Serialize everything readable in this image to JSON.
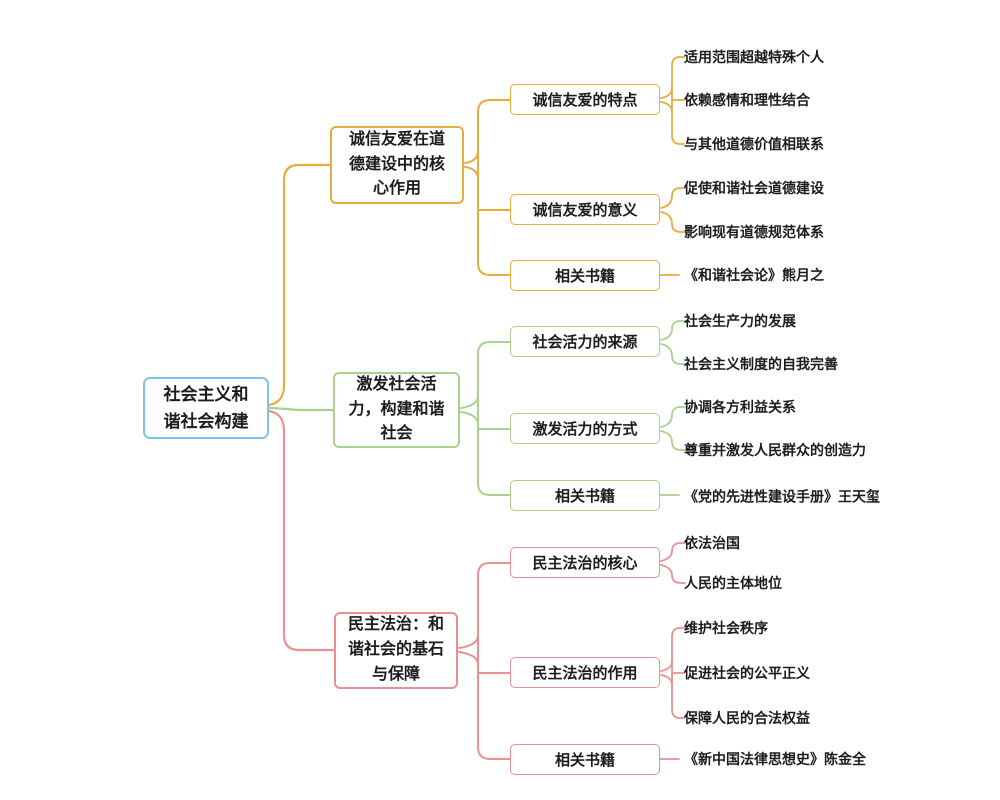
{
  "colors": {
    "root_border": "#7FC4E6",
    "branch_moral": "#E5AD3C",
    "branch_vitality": "#ABD18F",
    "branch_law": "#EA9090",
    "text": "#1C1C1C",
    "background": "#FFFFFF"
  },
  "root": {
    "label": "社会主义和谐社会构建"
  },
  "branches": [
    {
      "label": "诚信友爱在道德建设中的核心作用",
      "color": "#E5AD3C",
      "children": [
        {
          "label": "诚信友爱的特点",
          "leaves": [
            "适用范围超越特殊个人",
            "依赖感情和理性结合",
            "与其他道德价值相联系"
          ]
        },
        {
          "label": "诚信友爱的意义",
          "leaves": [
            "促使和谐社会道德建设",
            "影响现有道德规范体系"
          ]
        },
        {
          "label": "相关书籍",
          "leaves": [
            "《和谐社会论》熊月之"
          ]
        }
      ]
    },
    {
      "label": "激发社会活力，构建和谐社会",
      "color": "#ABD18F",
      "children": [
        {
          "label": "社会活力的来源",
          "leaves": [
            "社会生产力的发展",
            "社会主义制度的自我完善"
          ]
        },
        {
          "label": "激发活力的方式",
          "leaves": [
            "协调各方利益关系",
            "尊重并激发人民群众的创造力"
          ]
        },
        {
          "label": "相关书籍",
          "leaves": [
            "《党的先进性建设手册》王天玺"
          ]
        }
      ]
    },
    {
      "label": "民主法治：和谐社会的基石与保障",
      "color": "#EA9090",
      "children": [
        {
          "label": "民主法治的核心",
          "leaves": [
            "依法治国",
            "人民的主体地位"
          ]
        },
        {
          "label": "民主法治的作用",
          "leaves": [
            "维护社会秩序",
            "促进社会的公平正义",
            "保障人民的合法权益"
          ]
        },
        {
          "label": "相关书籍",
          "leaves": [
            "《新中国法律思想史》陈金全"
          ]
        }
      ]
    }
  ]
}
